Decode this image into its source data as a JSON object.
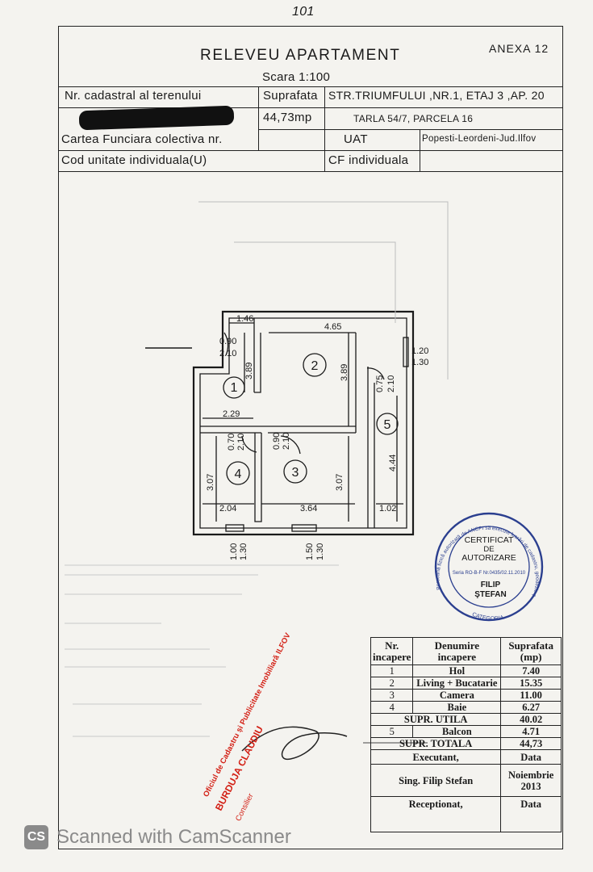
{
  "page_number": "101",
  "annex": "ANEXA 12",
  "title": "RELEVEU APARTAMENT",
  "scale": "Scara 1:100",
  "header": {
    "cadastral_label": "Nr. cadastral al terenului",
    "surface_label": "Suprafata",
    "address": "STR.TRIUMFULUI ,NR.1, ETAJ 3 ,AP. 20",
    "surface_value": "44,73mp",
    "parcel": "TARLA 54/7, PARCELA 16",
    "carte_label": "Cartea Funciara colectiva nr.",
    "uat_label": "UAT",
    "uat_value": "Popesti-Leordeni-Jud.Ilfov",
    "cod_label": "Cod unitate individuala(U)",
    "cf_label": "CF individuala"
  },
  "plan": {
    "rooms": [
      "1",
      "2",
      "3",
      "4",
      "5"
    ],
    "dims": {
      "d146": "1.46",
      "d465": "4.65",
      "d090a": "0.90",
      "d210a": "2.10",
      "d389a": "3.89",
      "d389b": "3.89",
      "d120": "1.20",
      "d130a": "1.30",
      "d075": "0.75",
      "d210b": "2.10",
      "d229": "2.29",
      "d070": "0.70",
      "d210c": "2.10",
      "d090b": "0.90",
      "d210d": "2.10",
      "d307a": "3.07",
      "d307b": "3.07",
      "d444": "4.44",
      "d204": "2.04",
      "d364": "3.64",
      "d102": "1.02",
      "d100": "1.00",
      "d130b": "1.30",
      "d150": "1.50",
      "d130c": "1.30"
    }
  },
  "stamp": {
    "line1": "CERTIFICAT",
    "line2": "DE",
    "line3": "AUTORIZARE",
    "serial": "Seria RO-B-F Nr.0435/02.11.2010",
    "name1": "FILIP",
    "name2": "ŞTEFAN",
    "ring_top": "Persoană fizică autorizată de ANCPI să execute lucrări de cadastru, geodezie și cartografie",
    "ring_bottom": "CATEGORIA"
  },
  "legend": {
    "head_nr": "Nr. incapere",
    "head_name": "Denumire incapere",
    "head_surface": "Suprafata (mp)",
    "rows": [
      {
        "nr": "1",
        "name": "Hol",
        "area": "7.40"
      },
      {
        "nr": "2",
        "name": "Living + Bucatarie",
        "area": "15.35"
      },
      {
        "nr": "3",
        "name": "Camera",
        "area": "11.00"
      },
      {
        "nr": "4",
        "name": "Baie",
        "area": "6.27"
      }
    ],
    "supr_utila_label": "SUPR. UTILA",
    "supr_utila": "40.02",
    "balcon_nr": "5",
    "balcon_name": "Balcon",
    "balcon_area": "4.71",
    "supr_totala_label": "SUPR. TOTALA",
    "supr_totala": "44,73",
    "executant_label": "Executant,",
    "data_label": "Data",
    "executant_name": "Sing. Filip Stefan",
    "executant_date": "Noiembrie 2013",
    "receptionat_label": "Receptionat,",
    "data_label2": "Data"
  },
  "red_stamp": {
    "line1": "Oficiul de Cadastru și Publicitate Imobiliară ILFOV",
    "line2": "BURDUJA CLAUDIU",
    "line3": "Consilier"
  },
  "footer": {
    "logo": "CS",
    "text": "Scanned with CamScanner"
  },
  "colors": {
    "ink": "#1a1a1a",
    "blue_stamp": "#2b3f8f",
    "red_stamp": "#d32015",
    "paper": "#f4f3ef"
  }
}
